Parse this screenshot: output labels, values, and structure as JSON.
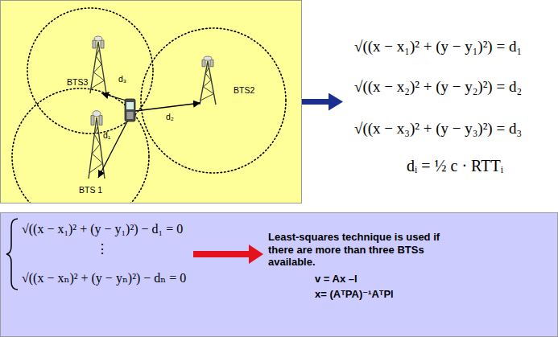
{
  "diagram": {
    "nodes": [
      {
        "text": [
          "BTS3",
          "d₃",
          "BTS2",
          "d₂",
          "d₁",
          "BTS 1"
        ]
      },
      {
        "text": [
          "√((x − x₁)² + (y − y₁)²) = d₁",
          "√((x − x₂)² + (y − y₂)²) = d₂",
          "√((x − x₃)² + (y − y₃)²) = d₃",
          "dᵢ = ½ c · RTTᵢ"
        ]
      },
      {},
      {
        "text": [
          "√((x − x₁)² + (y − y₁)²) − d₁ = 0",
          "⋮",
          "√((x − xₙ)² + (y − yₙ)²) − dₙ = 0"
        ],
        "in": 2
      },
      {
        "text": [
          "Least-squares technique is used if there are more than three BTSs available.",
          "v = Ax –l",
          "x= (AᵀPA)⁻¹AᵀPl"
        ],
        "in": 2
      }
    ],
    "edges": [
      {
        "from": 0,
        "to": 1,
        "arrow": "to"
      },
      {
        "from": 3,
        "to": 4,
        "arrow": "to"
      }
    ]
  }
}
